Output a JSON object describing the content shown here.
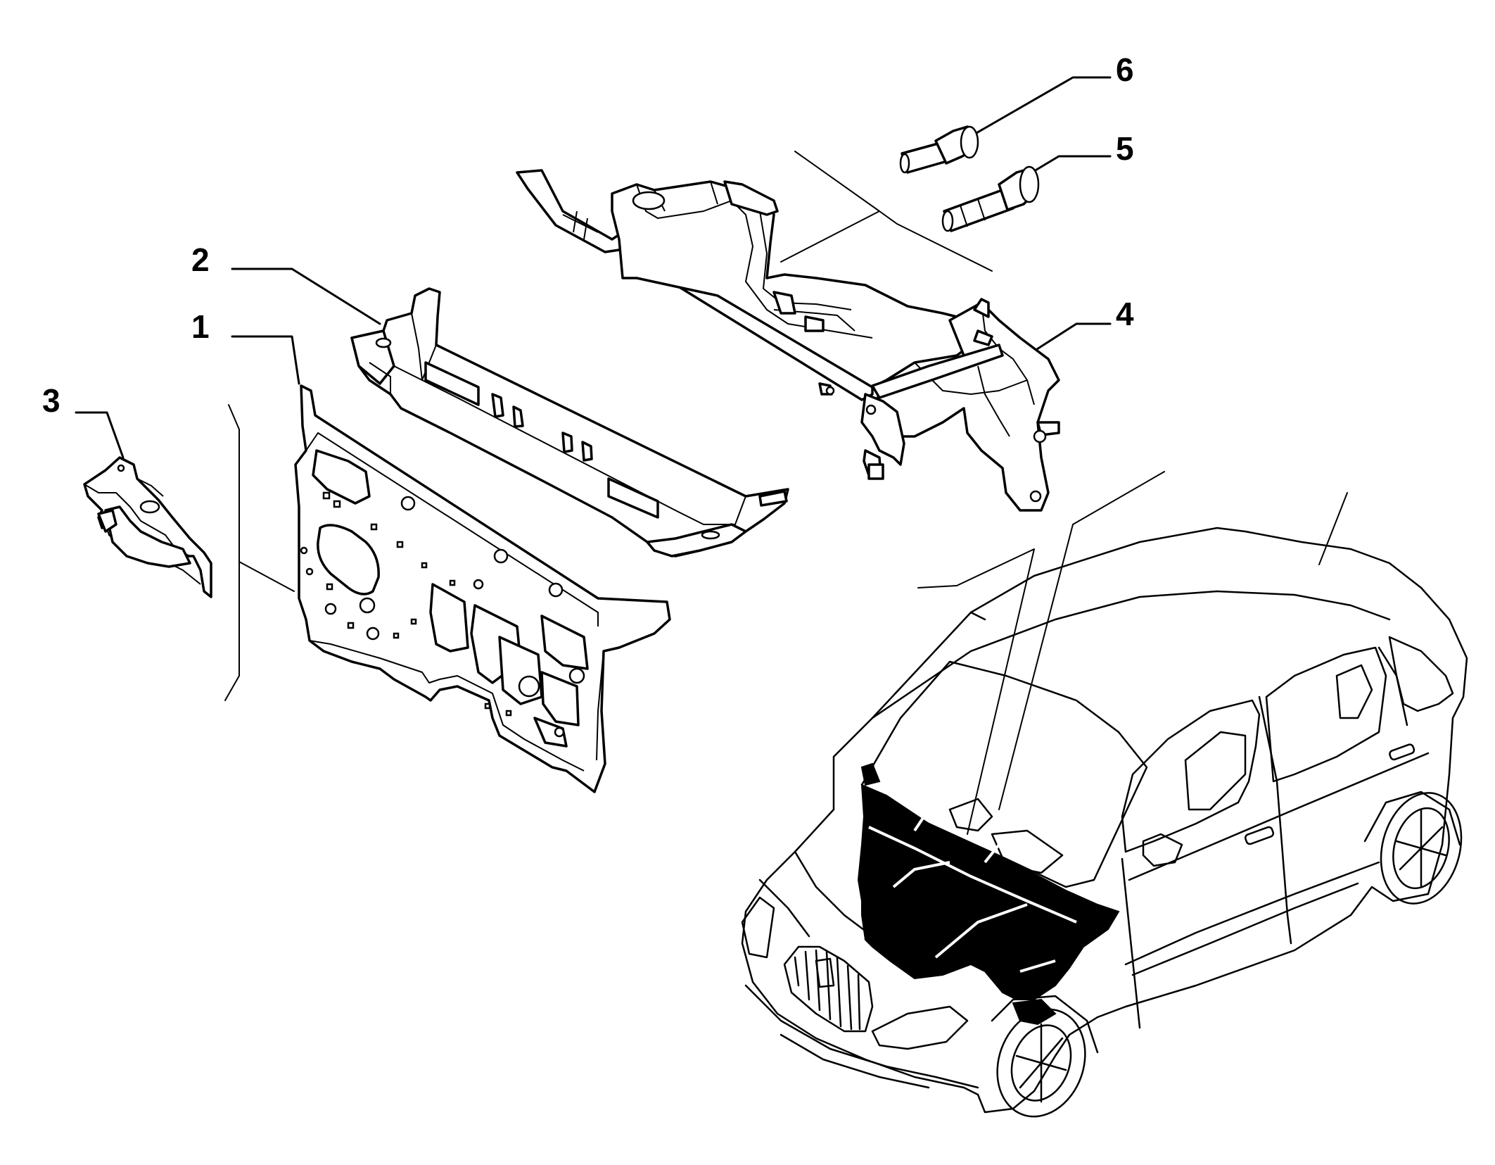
{
  "diagram": {
    "callouts": [
      {
        "id": "1",
        "label": "1"
      },
      {
        "id": "2",
        "label": "2"
      },
      {
        "id": "3",
        "label": "3"
      },
      {
        "id": "4",
        "label": "4"
      },
      {
        "id": "5",
        "label": "5"
      },
      {
        "id": "6",
        "label": "6"
      }
    ],
    "parts": [
      {
        "callout": "1",
        "icon": "dashboard-panel-icon"
      },
      {
        "callout": "2",
        "icon": "crossmember-icon"
      },
      {
        "callout": "3",
        "icon": "side-bracket-icon"
      },
      {
        "callout": "4",
        "icon": "front-frame-structure-icon"
      },
      {
        "callout": "5",
        "icon": "long-bolt-icon"
      },
      {
        "callout": "6",
        "icon": "short-bolt-icon"
      }
    ],
    "locator_icon": "vehicle-location-car-icon",
    "colors": {
      "line": "#000000",
      "background": "#ffffff",
      "highlight": "#000000"
    }
  }
}
